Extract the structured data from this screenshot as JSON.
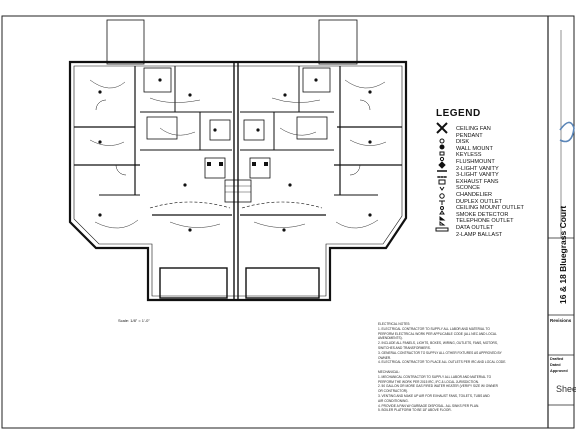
{
  "title_block": {
    "project_name": "16 & 18 Bluegrass Court",
    "revisions_label": "Revisions",
    "drafted_label": "Drafted",
    "dated_label": "Dated",
    "approved_label": "Approved",
    "sheet_label": "Sheet"
  },
  "legend": {
    "title": "LEGEND",
    "items": [
      {
        "label": "CEILING FAN",
        "icon": "ceiling-fan-icon"
      },
      {
        "label": "PENDANT",
        "icon": "pendant-icon"
      },
      {
        "label": "DISK",
        "icon": "disk-light-icon"
      },
      {
        "label": "WALL MOUNT",
        "icon": "wall-mount-icon"
      },
      {
        "label": "KEYLESS",
        "icon": "keyless-icon"
      },
      {
        "label": "FLUSHMOUNT",
        "icon": "flushmount-icon"
      },
      {
        "label": "2-LIGHT VANITY",
        "icon": "vanity-2-icon"
      },
      {
        "label": "3-LIGHT VANITY",
        "icon": "vanity-3-icon"
      },
      {
        "label": "EXHAUST FANS",
        "icon": "exhaust-fan-icon"
      },
      {
        "label": "SCONCE",
        "icon": "sconce-icon"
      },
      {
        "label": "CHANDELIER",
        "icon": "chandelier-icon"
      },
      {
        "label": "DUPLEX OUTLET",
        "icon": "duplex-outlet-icon"
      },
      {
        "label": "CEILING MOUNT OUTLET",
        "icon": "ceiling-outlet-icon"
      },
      {
        "label": "SMOKE DETECTOR",
        "icon": "smoke-detector-icon"
      },
      {
        "label": "TELEPHONE OUTLET",
        "icon": "telephone-outlet-icon"
      },
      {
        "label": "DATA OUTLET",
        "icon": "data-outlet-icon"
      },
      {
        "label": "2-LAMP BALLAST",
        "icon": "ballast-icon"
      }
    ]
  },
  "notes": [
    "ELECTRICAL NOTES:",
    "1. ELECTRICAL CONTRACTOR TO SUPPLY ALL LABOR AND MATERIAL TO",
    "PERFORM ELECTRICAL WORK PER APPLICABLE CODE (ALL NEC AND LOCAL",
    "AMENDMENTS).",
    "2. INCLUDE ALL PANELS, LIGHTS, BOXES, WIRING, OUTLETS, FANS, MOTORS,",
    "SWITCHES AND TRANSFORMERS.",
    "3. GENERAL CONTRACTOR TO SUPPLY ALL OTHER FIXTURES AS APPROVED BY",
    "OWNER.",
    "4. ELECTRICAL CONTRACTOR TO PLACE ALL OUTLETS PER IRC AND LOCAL CODE.",
    "",
    "MECHANICAL:",
    "1. MECHANICAL CONTRACTOR TO SUPPLY ALL LABOR AND MATERIAL TO",
    "PERFORM THE WORK PER 2015 IRC, IFC & LOCAL JURISDICTION.",
    "2. 50 GALLON OR MORE GAS FIRED WATER HEATER (VERIFY SIZE W/ OWNER",
    "OR CONTRACTOR).",
    "3. VENTING AND MAKE UP AIR FOR EXHAUST FANS, TOILETS, TUBS AND",
    "AIR CONDITIONING.",
    "4. PROVIDE A PAN W/ GARBAGE DISPOSAL. ALL SINKS PER PLAN.",
    "5. BOILER PLATFORM TO BE 18\" ABOVE FLOOR."
  ],
  "scale_label": "Scale: 1/8\" = 1'-0\""
}
